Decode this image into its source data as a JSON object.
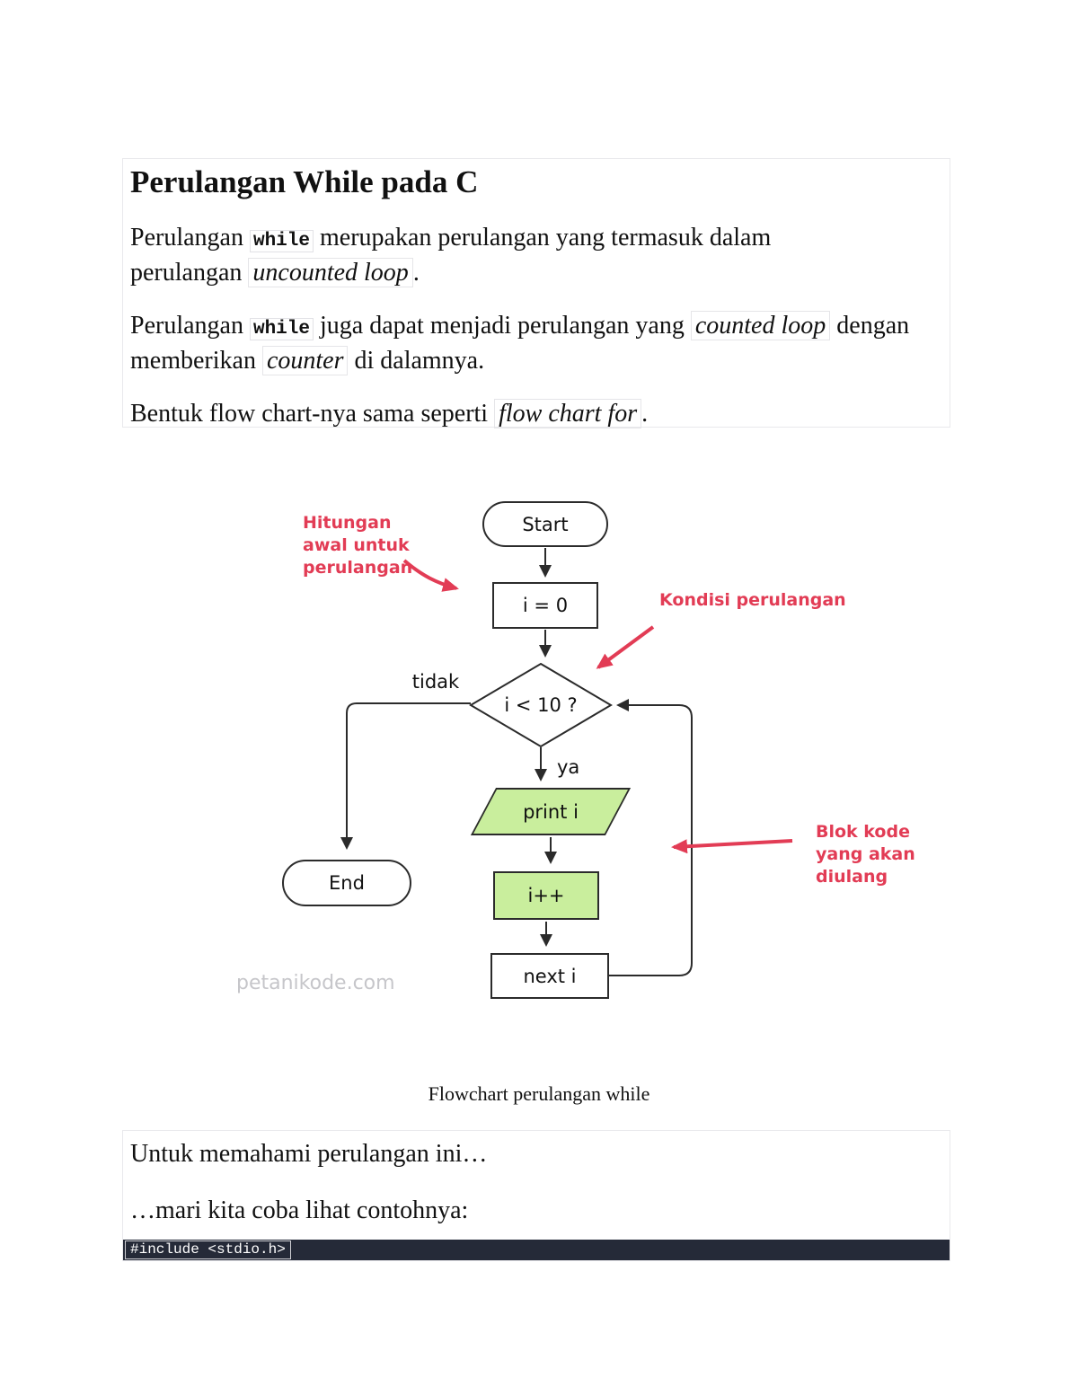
{
  "intro": {
    "title": "Perulangan While pada C",
    "p1": {
      "t1": "Perulangan ",
      "code": "while",
      "t2": " merupakan perulangan yang termasuk dalam",
      "t3": "perulangan ",
      "em": "uncounted loop",
      "t4": "."
    },
    "p2": {
      "t1": "Perulangan ",
      "code": "while",
      "t2": " juga dapat menjadi perulangan yang ",
      "em1": "counted loop",
      "t3": " dengan",
      "t4": "memberikan ",
      "em2": "counter",
      "t5": " di dalamnya."
    },
    "p3": {
      "t1": "Bentuk flow chart-nya sama seperti ",
      "em": "flow chart for",
      "t2": "."
    }
  },
  "flowchart": {
    "nodes": {
      "start": "Start",
      "init": "i = 0",
      "cond": "i < 10 ?",
      "print": "print i",
      "incr": "i++",
      "next": "next i",
      "end": "End"
    },
    "edges": {
      "no": "tidak",
      "yes": "ya"
    },
    "annotations": {
      "init_note": "Hitungan\nawal untuk\nperulangan",
      "cond_note": "Kondisi perulangan",
      "body_note": "Blok kode\nyang akan\ndiulang"
    },
    "watermark": "petanikode.com",
    "colors": {
      "block_green": "#c9ee9d",
      "annotation_red": "#e23c55",
      "line_black": "#2b2b2b"
    }
  },
  "caption": "Flowchart perulangan while",
  "outro": {
    "p1": "Untuk memahami perulangan ini…",
    "p2": "…mari kita coba lihat contohnya:",
    "code_line": "#include <stdio.h>"
  }
}
